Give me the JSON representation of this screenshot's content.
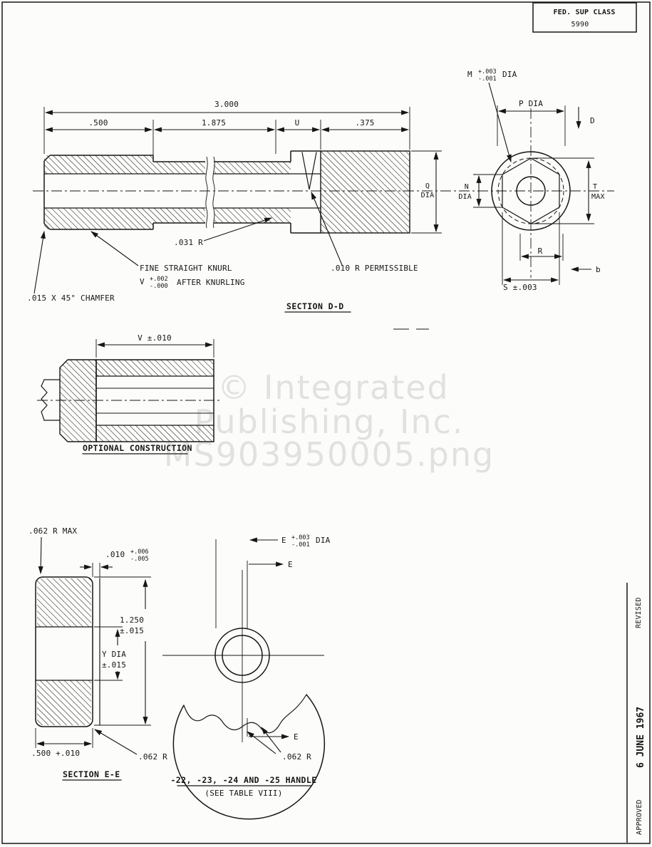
{
  "header": {
    "class_label": "FED. SUP CLASS",
    "class_value": "5990"
  },
  "margin": {
    "approved": "APPROVED",
    "date": "6 JUNE 1967",
    "revised": "REVISED"
  },
  "watermark": {
    "line1": "© Integrated",
    "line2": "Publishing, Inc.",
    "line3": "MS903950005.png"
  },
  "top_view": {
    "dim_overall": "3.000",
    "dim_left": ".500",
    "dim_mid": "1.875",
    "dim_u": "U",
    "dim_right": ".375",
    "fillet_note": ".031 R",
    "knurl_line1": "FINE STRAIGHT KNURL",
    "knurl_v": "V",
    "knurl_plus": "+.002",
    "knurl_minus": "-.000",
    "knurl_line2": "AFTER KNURLING",
    "relief_note": ".010 R PERMISSIBLE",
    "chamfer_note": ".015 X 45° CHAMFER",
    "section_label": "SECTION D-D",
    "q_label": "Q",
    "q_dia": "DIA"
  },
  "end_view": {
    "m_label": "M",
    "m_plus": "+.003",
    "m_minus": "-.001",
    "m_dia": "DIA",
    "p_dim": "P DIA",
    "d_label": "D",
    "b_label": "b",
    "n_label": "N",
    "n_dia": "DIA",
    "t_label": "T",
    "t_max": "MAX",
    "r_label": "R",
    "s_dim": "S ±.003"
  },
  "optional_view": {
    "v_dim": "V ±.010",
    "caption": "OPTIONAL CONSTRUCTION"
  },
  "section_ee": {
    "corner_note": ".062 R MAX",
    "gap_dim": ".010",
    "gap_plus": "+.006",
    "gap_minus": "-.005",
    "height_dim": "1.250",
    "height_tol": "±.015",
    "bore_dim": "Y DIA",
    "bore_tol": "±.015",
    "width_dim": ".500 +.010",
    "fillet_note": ".062 R",
    "caption": "SECTION E-E"
  },
  "handle_view": {
    "e_label": "E",
    "e_plus": "+.003",
    "e_minus": "-.001",
    "e_dia": "DIA",
    "cut_top": "E",
    "cut_bottom": "E",
    "fillet_note": ".062 R",
    "caption_line1": "-22, -23, -24 AND -25 HANDLE",
    "caption_line2": "(SEE TABLE VIII)"
  }
}
